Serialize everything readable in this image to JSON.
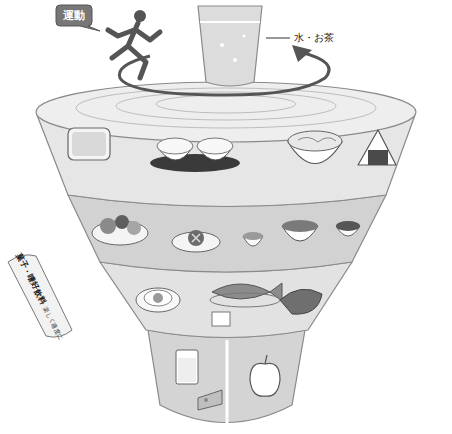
{
  "diagram": {
    "nodes": [
      {
        "text": [
          "運動"
        ]
      },
      {
        "text": [
          "菓子・嗜好飲料",
          "楽しく適度に"
        ]
      }
    ],
    "labels": [
      "水・お茶"
    ]
  }
}
